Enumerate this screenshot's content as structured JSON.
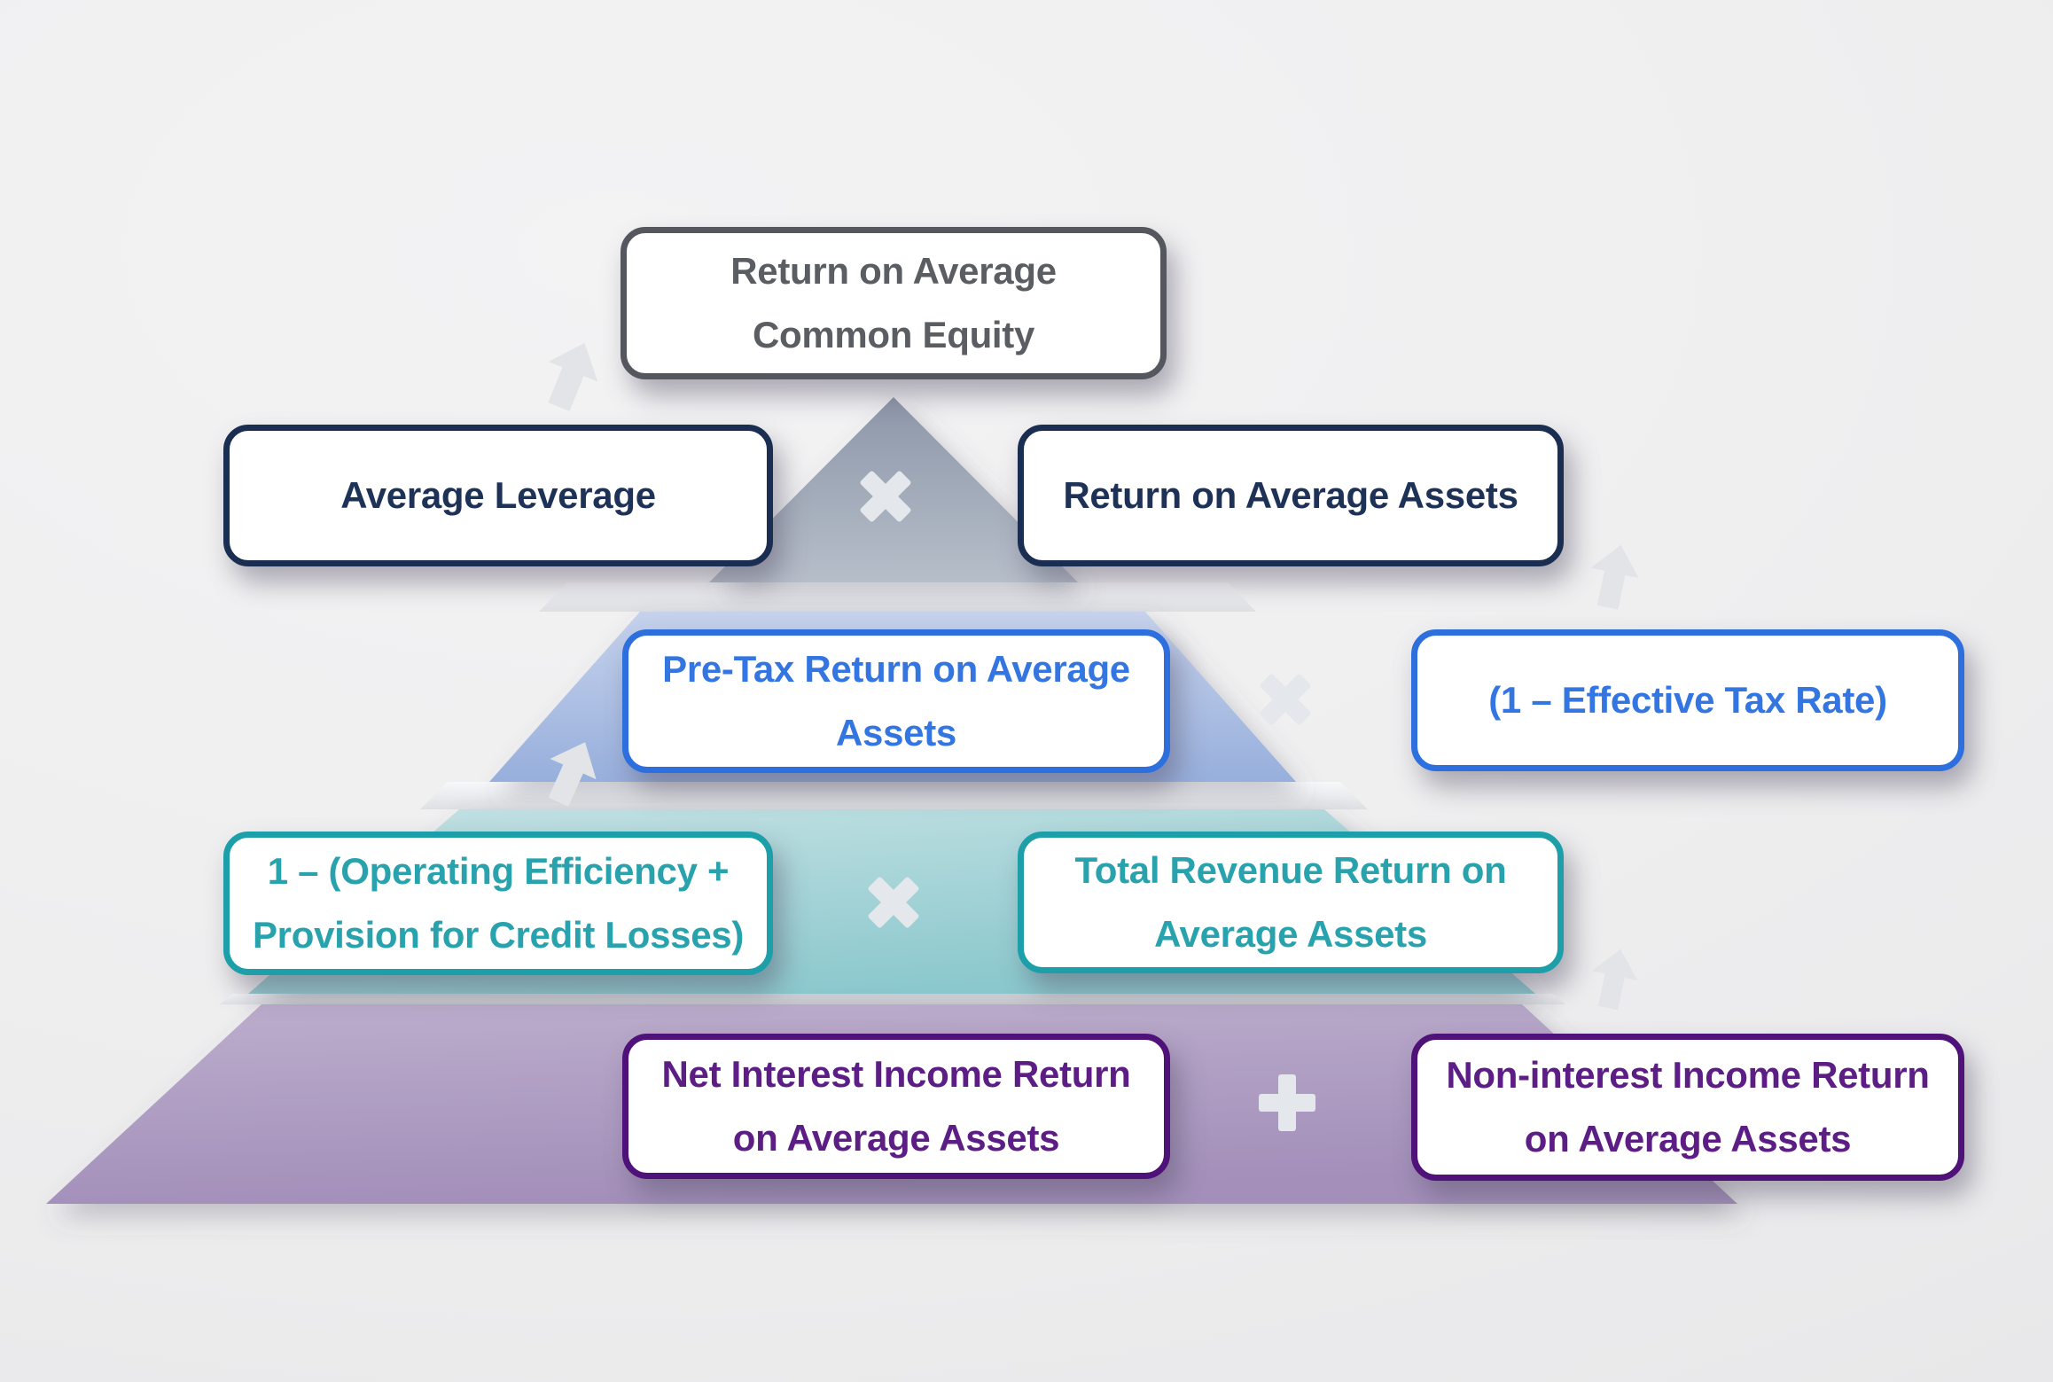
{
  "diagram": {
    "type": "pyramid-decomposition",
    "levels": 5
  },
  "boxes": {
    "roace": {
      "level": 1,
      "lines": [
        "Return on Average",
        "Common Equity"
      ]
    },
    "avg_lev": {
      "level": 2,
      "lines": [
        "Average Leverage"
      ]
    },
    "roaa": {
      "level": 2,
      "lines": [
        "Return on Average Assets"
      ]
    },
    "pretax": {
      "level": 3,
      "lines": [
        "Pre-Tax Return on Average",
        "Assets"
      ]
    },
    "one_minus_tax": {
      "level": 3,
      "lines": [
        "(1 – Effective Tax Rate)"
      ]
    },
    "one_minus_opex": {
      "level": 4,
      "lines": [
        "1 – (Operating Efficiency +",
        "Provision for Credit Losses)"
      ]
    },
    "total_rev": {
      "level": 4,
      "lines": [
        "Total Revenue Return on",
        "Average Assets"
      ]
    },
    "nii": {
      "level": 5,
      "lines": [
        "Net Interest Income Return",
        "on Average Assets"
      ]
    },
    "non_ii": {
      "level": 5,
      "lines": [
        "Non-interest Income Return",
        "on Average Assets"
      ]
    }
  },
  "operators": [
    {
      "icon": "multiply-icon",
      "symbol": "×",
      "row": 2,
      "between": [
        "Average Leverage",
        "Return on Average Assets"
      ]
    },
    {
      "icon": "multiply-icon",
      "symbol": "×",
      "row": 3,
      "between": [
        "Pre-Tax Return on Average Assets",
        "(1 – Effective Tax Rate)"
      ]
    },
    {
      "icon": "multiply-icon",
      "symbol": "×",
      "row": 4,
      "between": [
        "1 – (Operating Efficiency + Provision for Credit Losses)",
        "Total Revenue Return on Average Assets"
      ]
    },
    {
      "icon": "plus-icon",
      "symbol": "+",
      "row": 5,
      "between": [
        "Net Interest Income Return on Average Assets",
        "Non-interest Income Return on Average Assets"
      ]
    }
  ],
  "arrows": [
    {
      "icon": "arrow-up-icon",
      "direction": "up",
      "position": "left-of-top-box"
    },
    {
      "icon": "arrow-up-icon",
      "direction": "up",
      "position": "right-between-row2-row3"
    },
    {
      "icon": "arrow-up-icon",
      "direction": "up",
      "position": "left-between-row3-row4"
    },
    {
      "icon": "arrow-up-icon",
      "direction": "up",
      "position": "right-between-row4-row5"
    }
  ],
  "colors": {
    "background": "#efeff0",
    "level1_border": "#54575d",
    "level1_text": "#5a5d62",
    "level2_border": "#1a2e52",
    "level2_text": "#1e3257",
    "level3_border": "#2e6fde",
    "level3_text": "#3375e1",
    "level4_border": "#1d9faa",
    "level4_text": "#28a2ad",
    "level5_border": "#4f1278",
    "level5_text": "#5c1d84",
    "band_gray_top": "#8d97a9",
    "band_gray_bottom": "#b6bec9",
    "band_blue_top": "#c6d2ec",
    "band_blue_bottom": "#97afdc",
    "band_teal_top": "#c3e1e3",
    "band_teal_bottom": "#8bc8cd",
    "band_purple_top": "#bcadcc",
    "band_purple_bottom": "#a38fba",
    "operator": "#e4e7eb",
    "arrow": "#e2e4e8",
    "box_fill": "#ffffff"
  }
}
